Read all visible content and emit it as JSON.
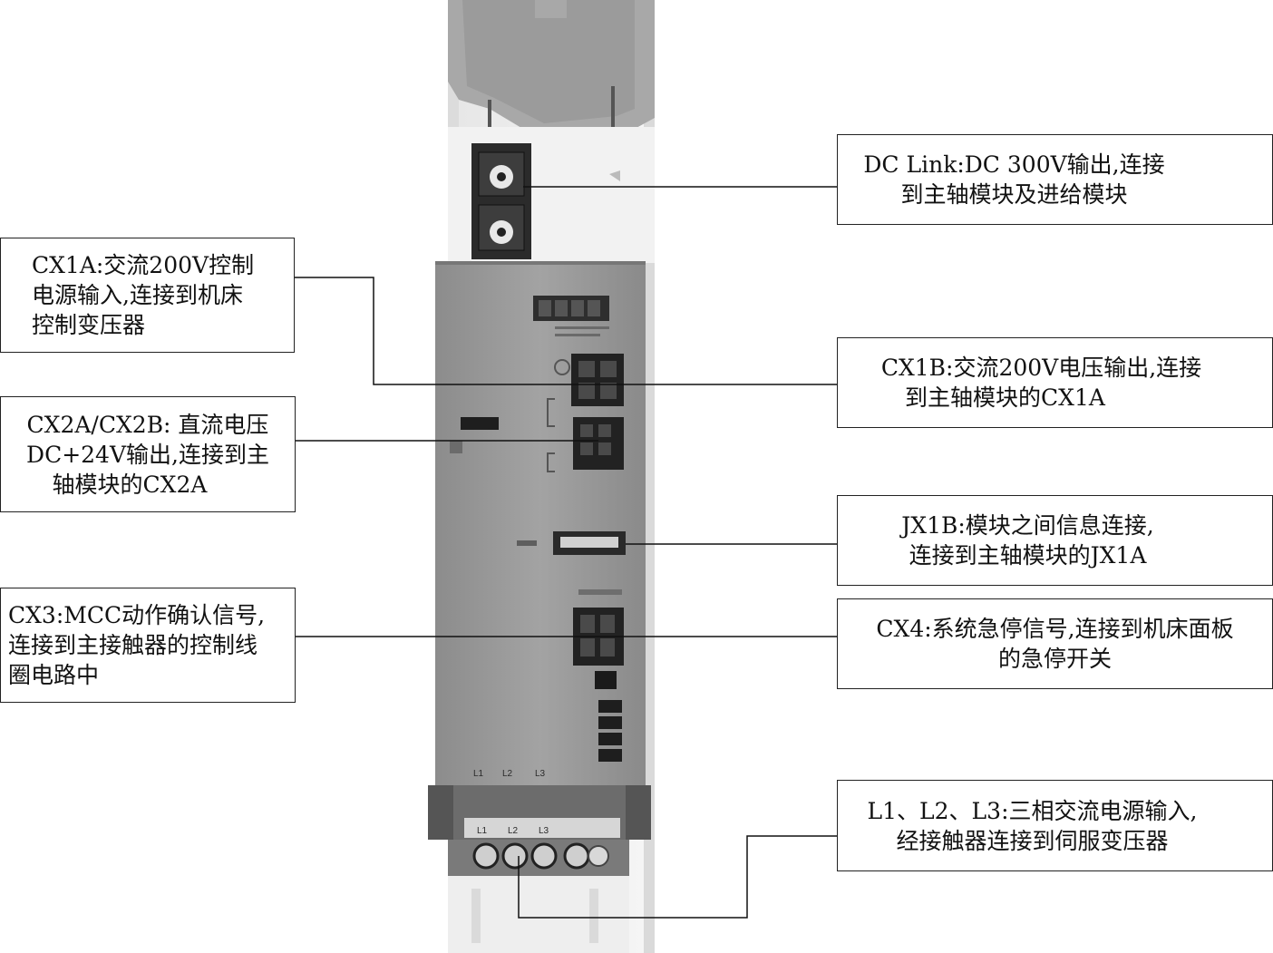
{
  "callouts": {
    "dc_link": [
      "DC Link:DC 300V输出,连接",
      "到主轴模块及进给模块"
    ],
    "cx1a": [
      "CX1A:交流200V控制",
      "电源输入,连接到机床",
      "控制变压器"
    ],
    "cx1b": [
      "CX1B:交流200V电压输出,连接",
      "到主轴模块的CX1A"
    ],
    "cx2": [
      "CX2A/CX2B: 直流电压",
      "DC+24V输出,连接到主",
      "轴模块的CX2A"
    ],
    "jx1b": [
      "JX1B:模块之间信息连接,",
      "连接到主轴模块的JX1A"
    ],
    "cx3": [
      "CX3:MCC动作确认信号,",
      "连接到主接触器的控制线",
      "圈电路中"
    ],
    "cx4": [
      "CX4:系统急停信号,连接到机床面板",
      "的急停开关"
    ],
    "l123": [
      "L1、L2、L3:三相交流电源输入,",
      "经接触器连接到伺服变压器"
    ]
  },
  "terminal_labels": [
    "L1",
    "L2",
    "L3"
  ]
}
